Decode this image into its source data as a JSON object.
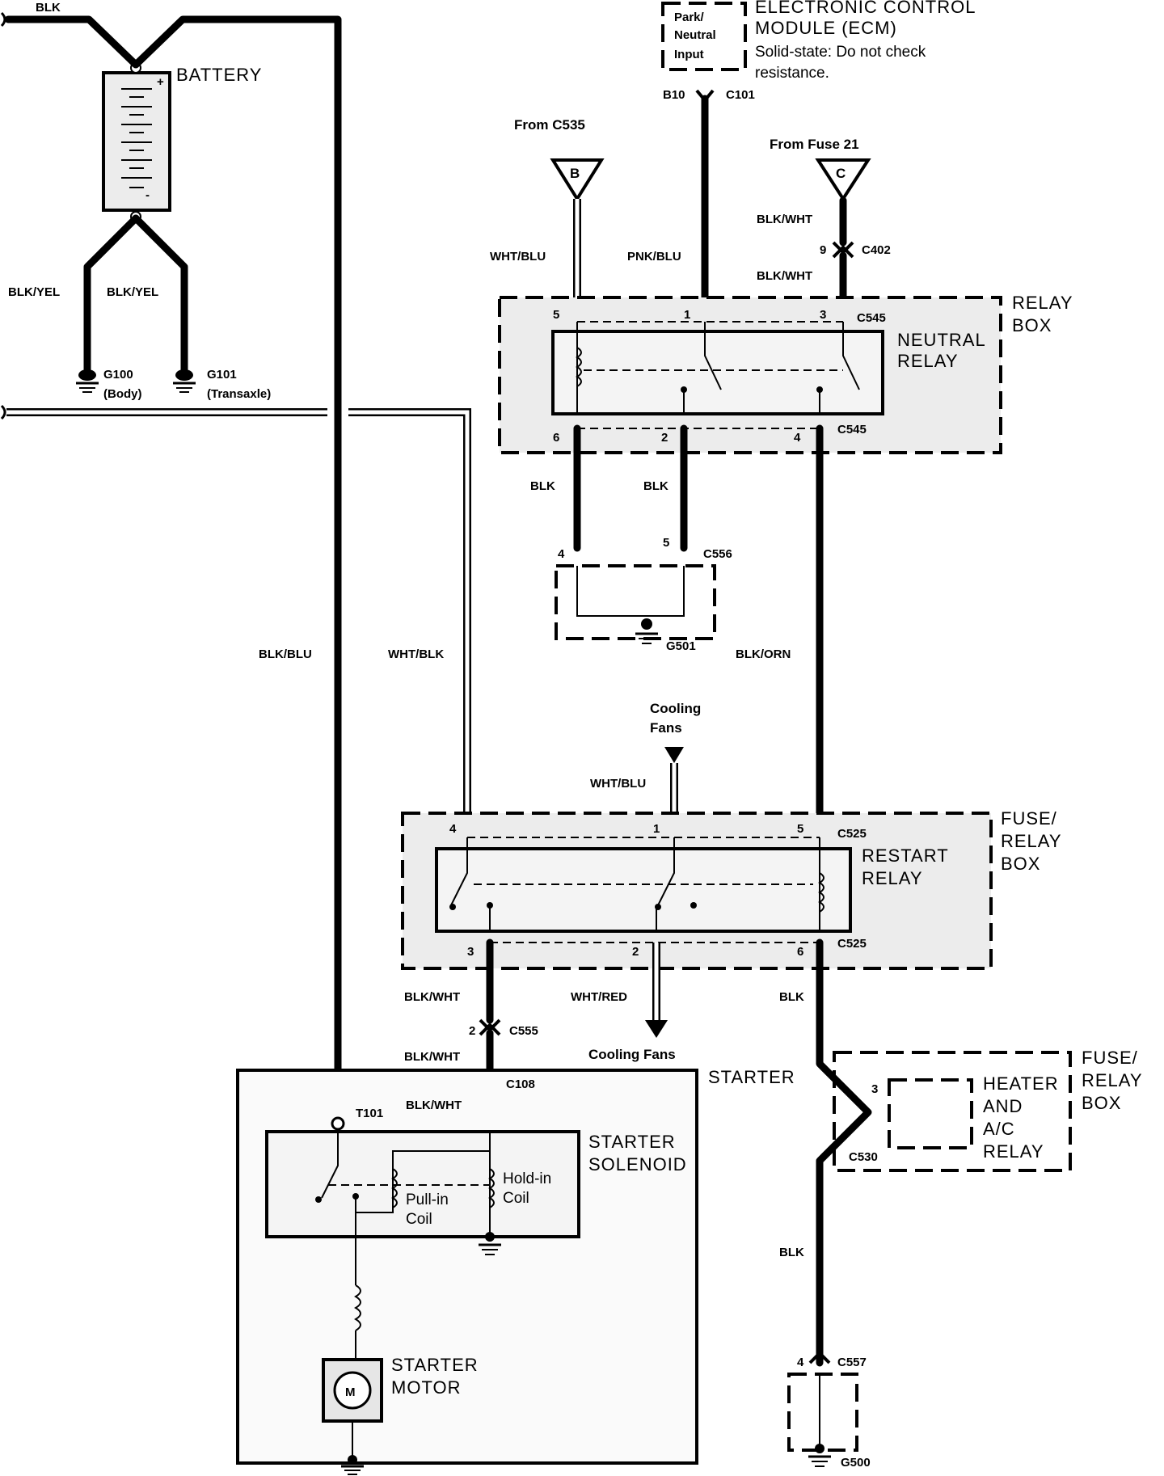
{
  "battery": {
    "label": "BATTERY",
    "in_wire": "BLK",
    "left_ground_wire": "BLK/YEL",
    "right_ground_wire": "BLK/YEL"
  },
  "grounds": {
    "g100": "G100",
    "g100_note": "(Body)",
    "g101": "G101",
    "g101_note": "(Transaxle)",
    "g501": "G501",
    "g500": "G500"
  },
  "ecm": {
    "title_line1": "ELECTRONIC CONTROL",
    "title_line2": "MODULE (ECM)",
    "note_line1": "Solid-state: Do not check",
    "note_line2": "resistance.",
    "input_line1": "Park/",
    "input_line2": "Neutral",
    "input_line3": "Input",
    "pin": "B10",
    "connector": "C101"
  },
  "sources": {
    "b_from": "From C535",
    "b_letter": "B",
    "c_from": "From Fuse 21",
    "c_letter": "C"
  },
  "neutral_relay": {
    "name_line1": "NEUTRAL",
    "name_line2": "RELAY",
    "box_line1": "RELAY",
    "box_line2": "BOX",
    "connector_top": "C545",
    "connector_bottom": "C545",
    "pins": {
      "p5": "5",
      "p1": "1",
      "p3": "3",
      "p6": "6",
      "p2": "2",
      "p4": "4"
    }
  },
  "c402": {
    "connector": "C402",
    "pin": "9"
  },
  "c556": {
    "connector": "C556",
    "pin4": "4",
    "pin5": "5"
  },
  "wires": {
    "wht_blu": "WHT/BLU",
    "pnk_blu": "PNK/BLU",
    "blk_wht_1": "BLK/WHT",
    "blk_wht_2": "BLK/WHT",
    "blk_1": "BLK",
    "blk_2": "BLK",
    "blk_blu": "BLK/BLU",
    "wht_blk": "WHT/BLK",
    "blk_orn": "BLK/ORN",
    "wht_blu_2": "WHT/BLU",
    "blk_wht_3": "BLK/WHT",
    "wht_red": "WHT/RED",
    "blk_3": "BLK",
    "blk_wht_4": "BLK/WHT",
    "blk_wht_5": "BLK/WHT",
    "blk_4": "BLK"
  },
  "cooling_fans": {
    "top_line1": "Cooling",
    "top_line2": "Fans",
    "bottom": "Cooling Fans"
  },
  "restart_relay": {
    "name_line1": "RESTART",
    "name_line2": "RELAY",
    "box_line1": "FUSE/",
    "box_line2": "RELAY",
    "box_line3": "BOX",
    "connector_top": "C525",
    "connector_bottom": "C525",
    "pins": {
      "p4": "4",
      "p1": "1",
      "p5": "5",
      "p3": "3",
      "p2": "2",
      "p6": "6"
    }
  },
  "c555": {
    "connector": "C555",
    "pin": "2"
  },
  "starter": {
    "label": "STARTER",
    "connector": "C108",
    "terminal": "T101",
    "solenoid_line1": "STARTER",
    "solenoid_line2": "SOLENOID",
    "hold_line1": "Hold-in",
    "hold_line2": "Coil",
    "pull_line1": "Pull-in",
    "pull_line2": "Coil",
    "motor_line1": "STARTER",
    "motor_line2": "MOTOR",
    "motor_symbol": "M"
  },
  "heater_relay": {
    "line1": "HEATER",
    "line2": "AND",
    "line3": "A/C",
    "line4": "RELAY",
    "box_line1": "FUSE/",
    "box_line2": "RELAY",
    "box_line3": "BOX",
    "connector": "C530",
    "pin": "3"
  },
  "c557": {
    "connector": "C557",
    "pin": "4"
  }
}
